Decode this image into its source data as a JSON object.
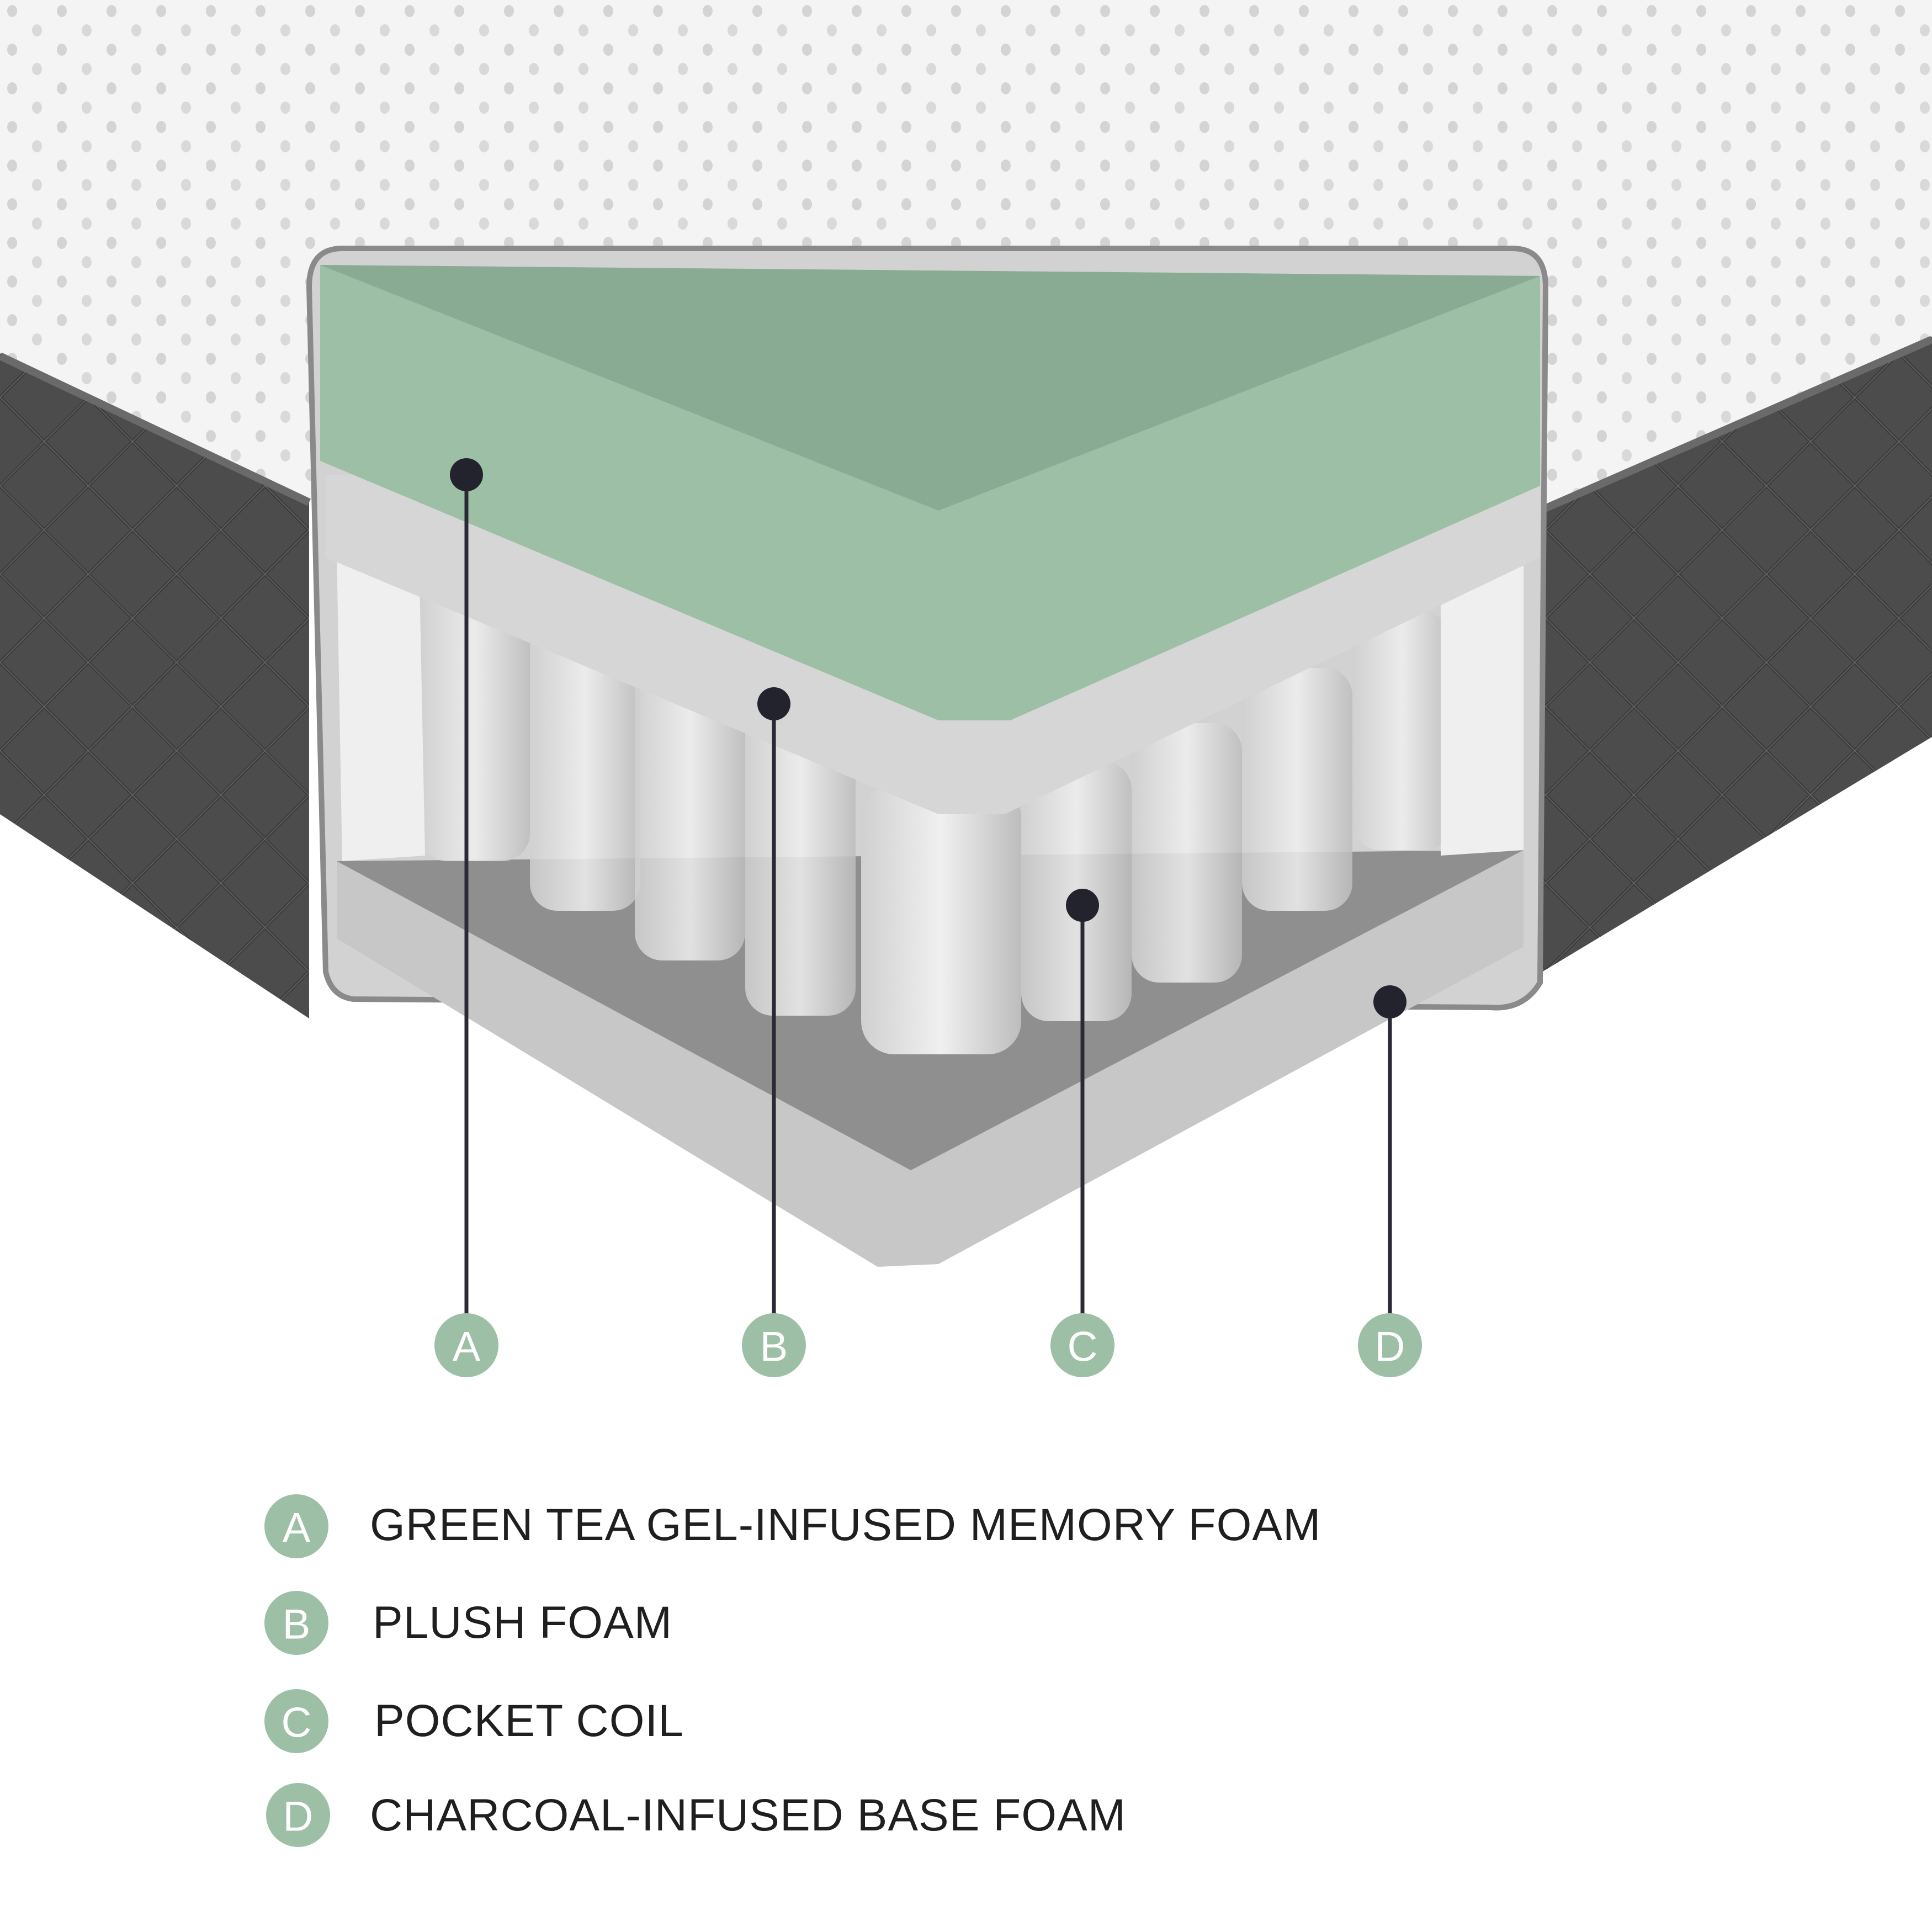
{
  "colors": {
    "accent_green": "#9dbfa6",
    "memory_foam": "#9dbfa6",
    "plush_foam": "#d6d6d6",
    "base_foam": "#8f8f8f",
    "border_fabric": "#505050",
    "cover": "#f2f2f2",
    "leader_line": "#2a2a35"
  },
  "markers": [
    {
      "letter": "A"
    },
    {
      "letter": "B"
    },
    {
      "letter": "C"
    },
    {
      "letter": "D"
    }
  ],
  "legend": [
    {
      "letter": "A",
      "label": "GREEN TEA GEL-INFUSED MEMORY FOAM"
    },
    {
      "letter": "B",
      "label": "PLUSH FOAM"
    },
    {
      "letter": "C",
      "label": "POCKET COIL"
    },
    {
      "letter": "D",
      "label": "CHARCOAL-INFUSED BASE FOAM"
    }
  ]
}
